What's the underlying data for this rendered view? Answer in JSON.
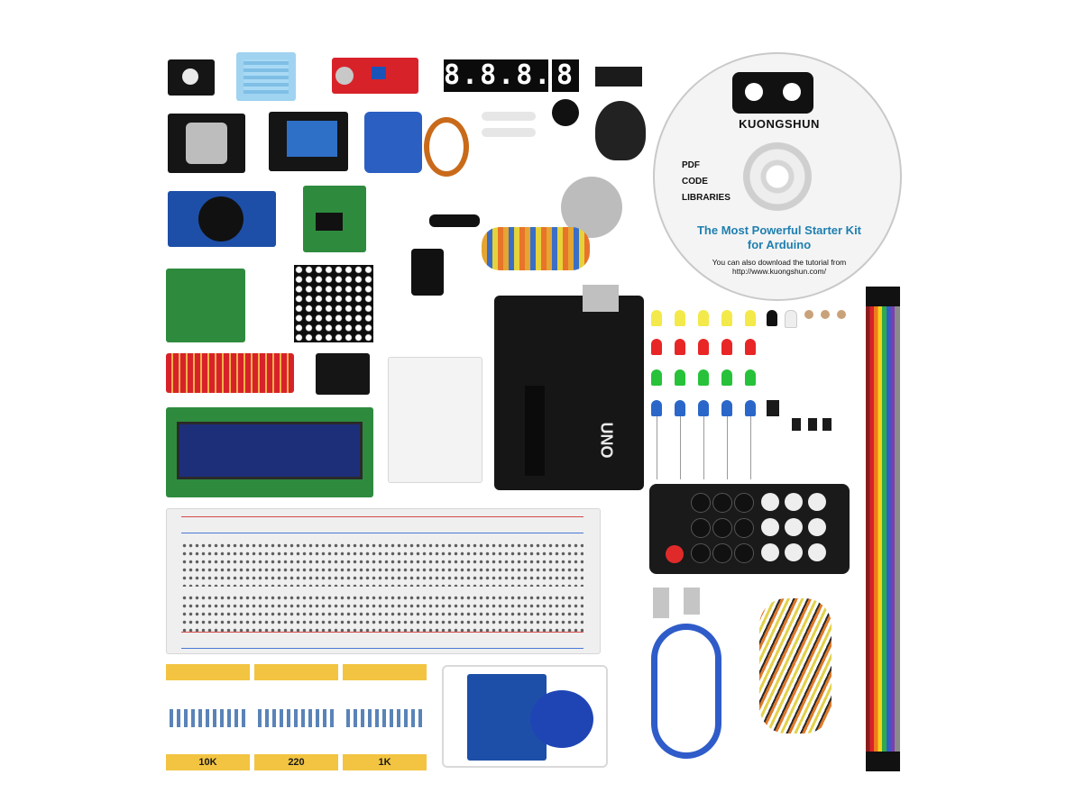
{
  "cd": {
    "brand": "KUONGSHUN",
    "menu": [
      "PDF",
      "CODE",
      "LIBRARIES"
    ],
    "title_line1": "The Most Powerful Starter Kit",
    "title_line2": "for Arduino",
    "note_line1": "You can also download the tutorial from",
    "note_line2": "http://www.kuongshun.com/"
  },
  "resistors": {
    "labels": [
      "10K",
      "220",
      "1K"
    ]
  },
  "arduino": {
    "model": "UNO"
  },
  "colors": {
    "cd_title": "#1e7fb0",
    "resistor_tape": "#f2c441",
    "pcb_blue": "#1d4fa8",
    "pcb_red": "#d8222a",
    "pcb_green": "#2e8b3e",
    "arduino_board": "#161616"
  },
  "icons": {
    "robot_logo": "robot-face-logo-icon",
    "power_key": "power-icon"
  }
}
